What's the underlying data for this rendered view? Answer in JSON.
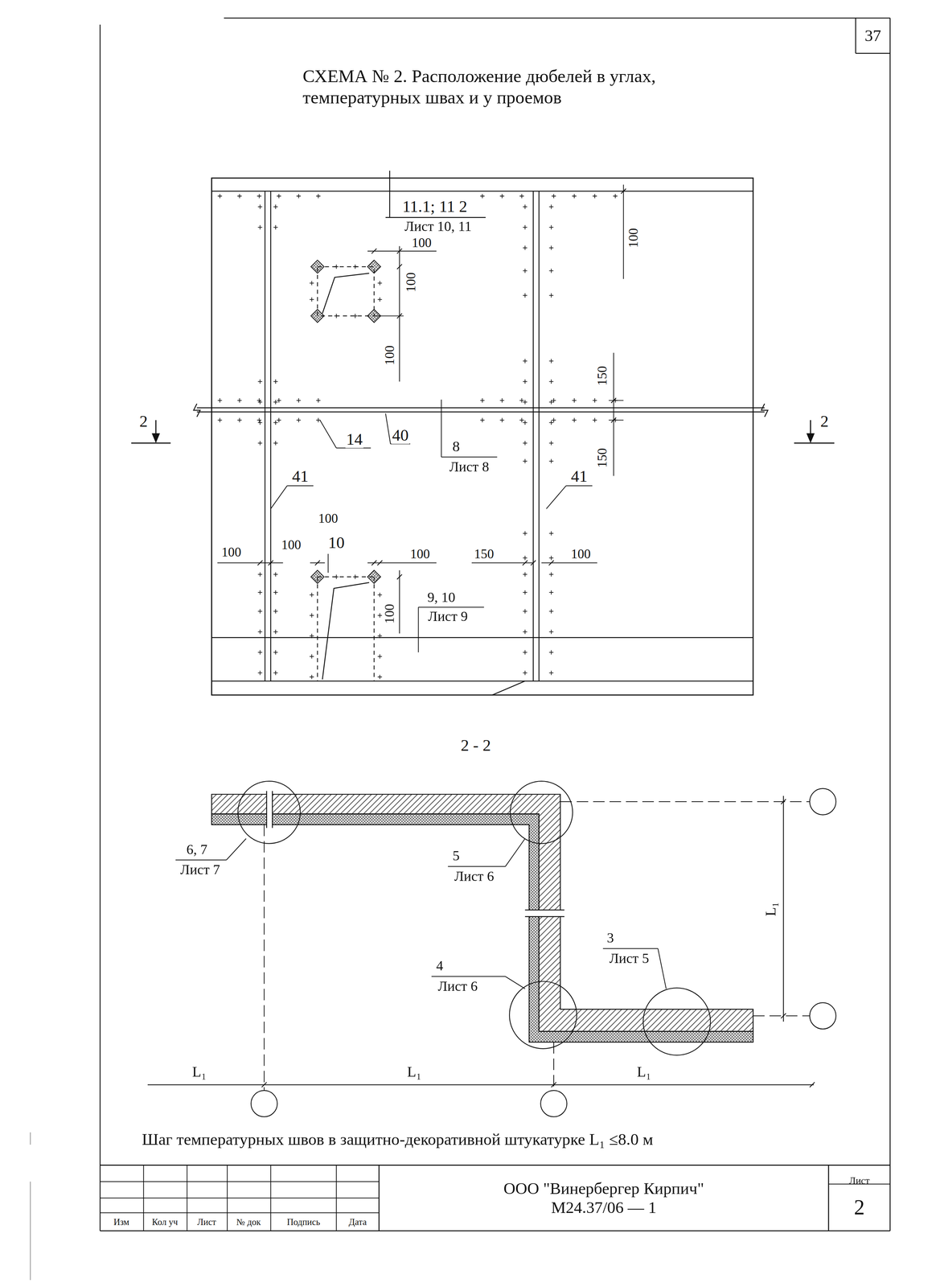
{
  "diagram": {
    "title": "СХЕМА № 2. Расположение дюбелей в углах, температурных швах и у проемов",
    "caption": "Шаг температурных швов в защитно-декоративной штукатурке L₁ ≤8.0 м",
    "nodes": [
      {
        "text": [
          "37"
        ]
      },
      {
        "text": [
          "ООО \"Винербергер Кирпич\"",
          "М24.37/06 — 1"
        ]
      },
      {
        "text": [
          "Лист",
          "2"
        ]
      }
    ],
    "labels": [
      "11.1; 11 2",
      "Лист 10, 11",
      "100",
      "100",
      "100",
      "100",
      "150",
      "150",
      "2",
      "2",
      "14",
      "40",
      "8",
      "Лист 8",
      "41",
      "41",
      "100",
      "10",
      "100",
      "100",
      "100",
      "100",
      "150",
      "100",
      "9, 10",
      "Лист 9",
      "2 - 2",
      "6, 7",
      "Лист 7",
      "5",
      "Лист 6",
      "4",
      "Лист 6",
      "3",
      "Лист 5",
      "L₁",
      "L₁",
      "L₁",
      "L₁",
      "Изм",
      "Кол уч",
      "Лист",
      "№ док",
      "Подпись",
      "Дата"
    ]
  }
}
